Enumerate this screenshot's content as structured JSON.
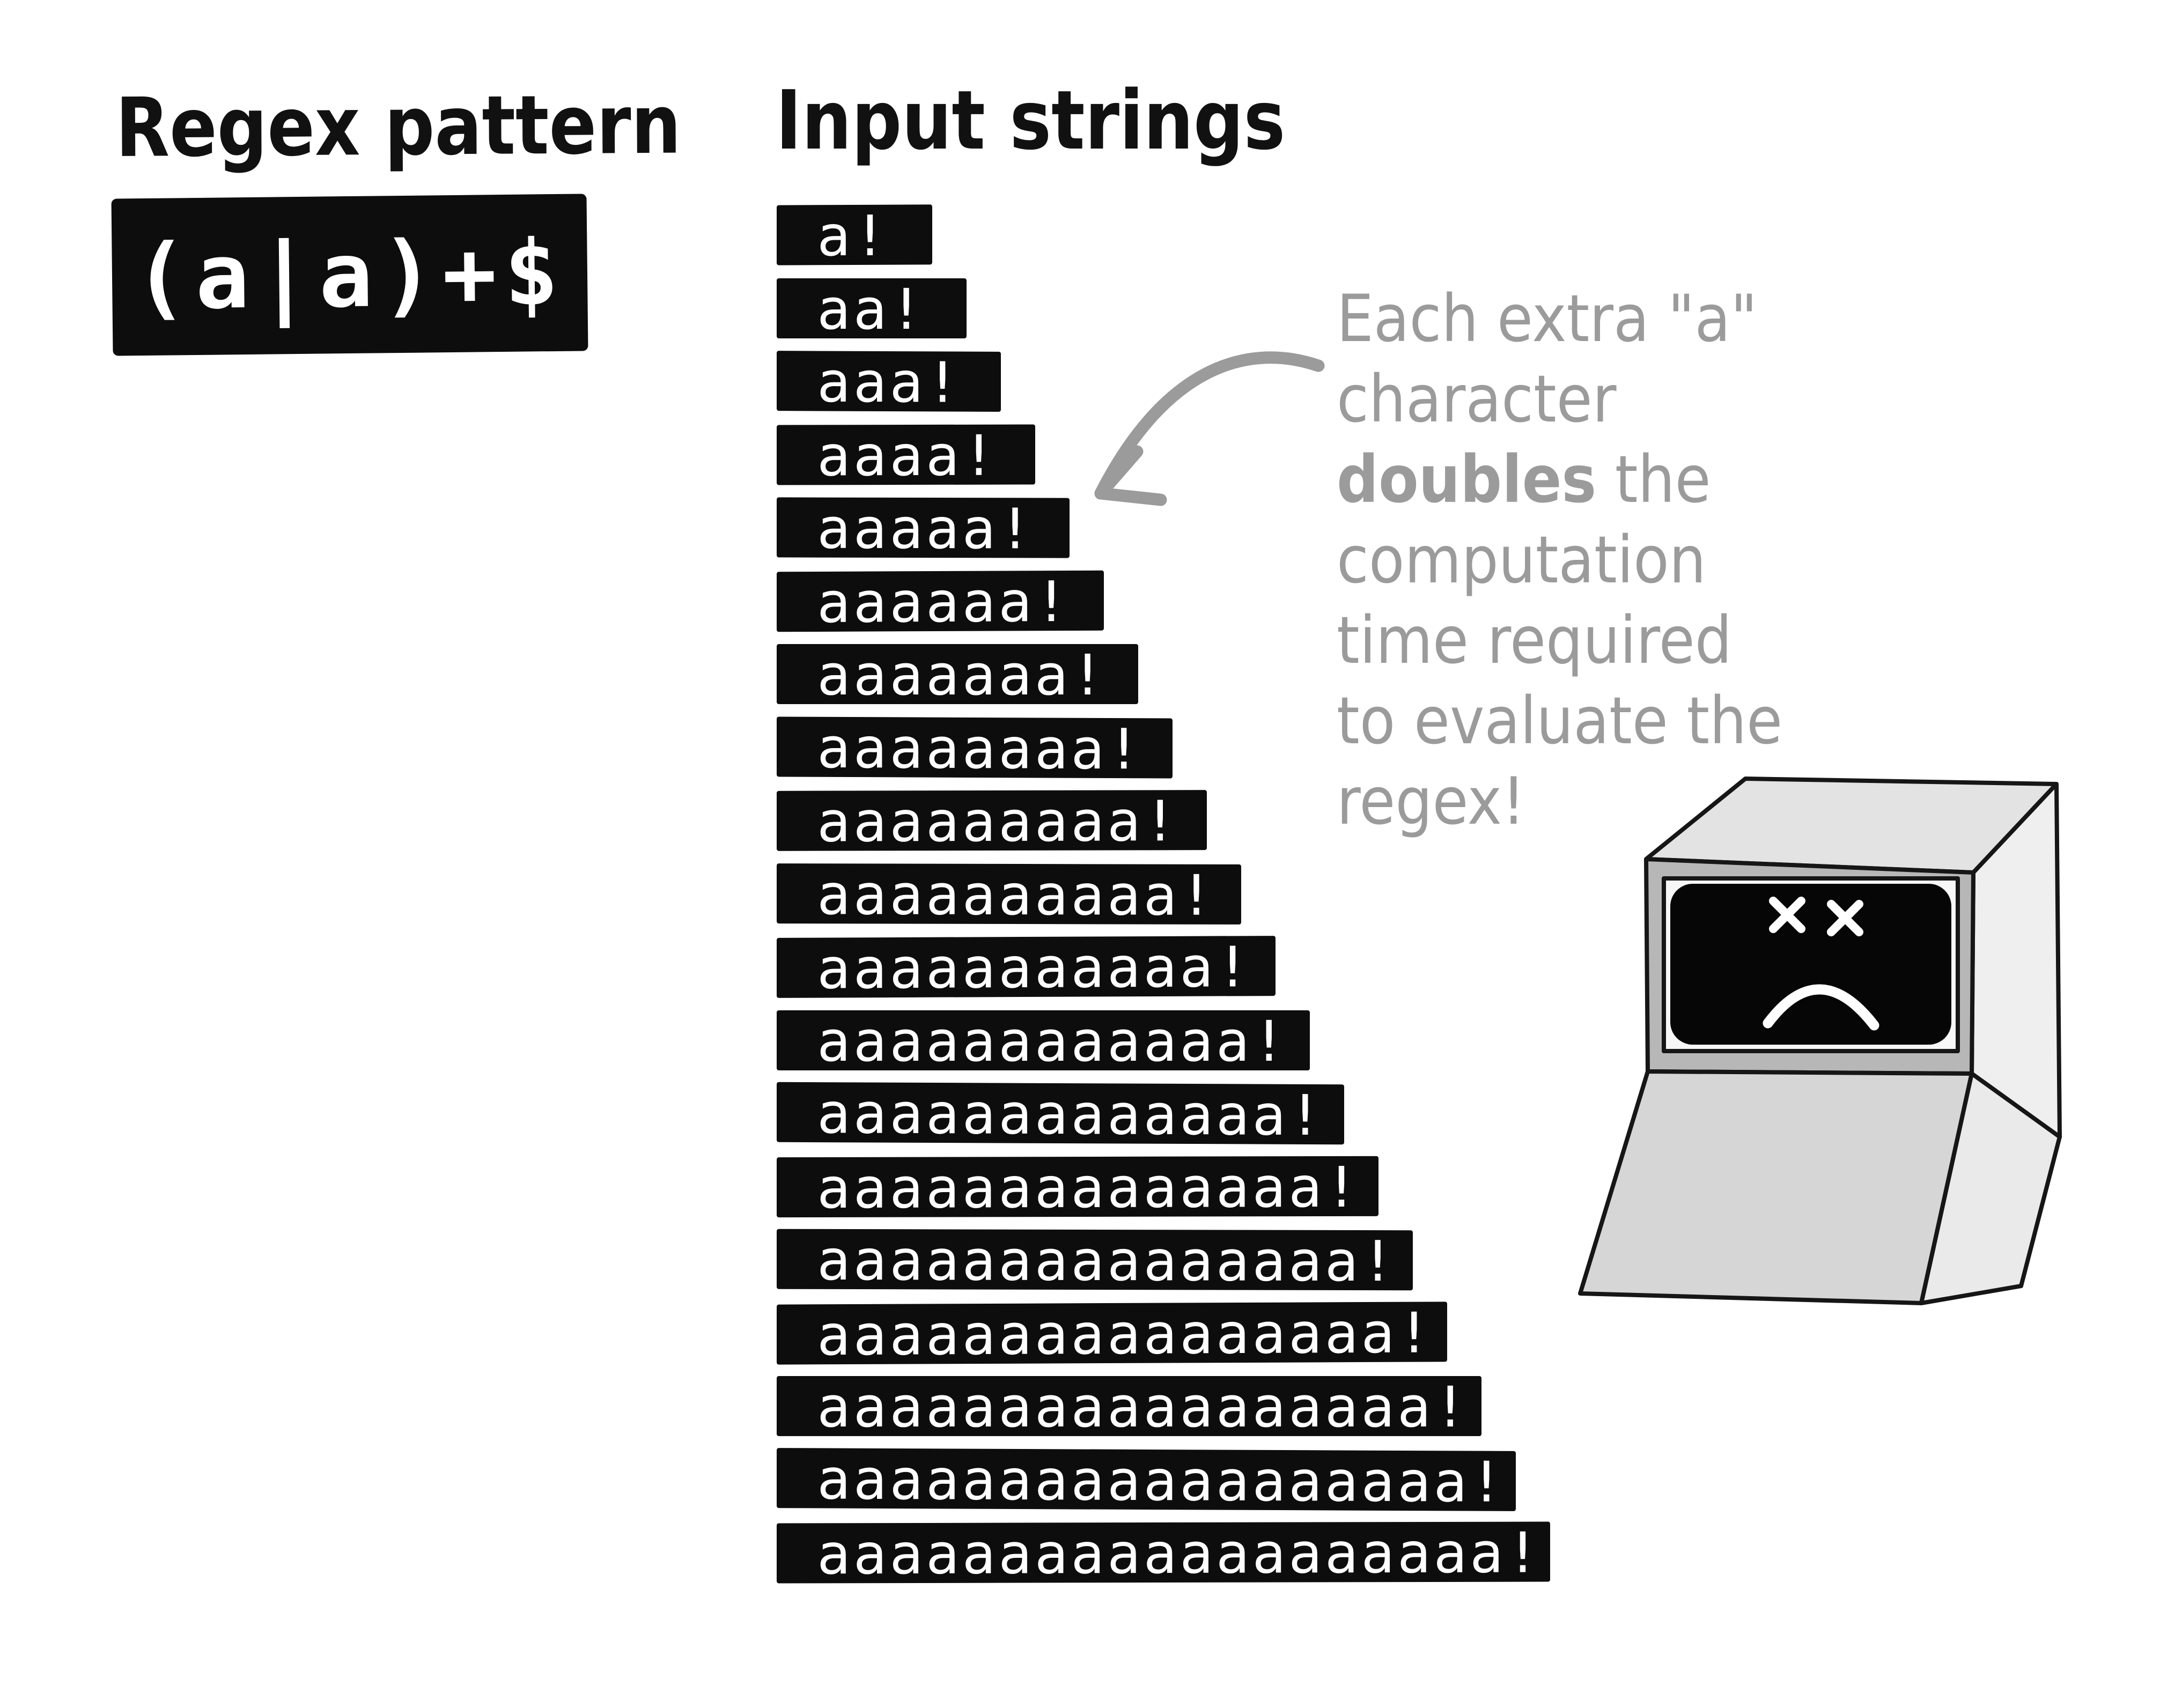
{
  "page": {
    "background_color": "#ffffff",
    "ink_color": "#0d0d0d",
    "annotation_color": "#9b9b9b"
  },
  "regex_section": {
    "heading": "Regex pattern",
    "pattern": "(a|a)+$",
    "pattern_text_color": "#ffffff",
    "pattern_box_color": "#0d0d0d"
  },
  "input_section": {
    "heading": "Input strings",
    "strings": [
      "a!",
      "aa!",
      "aaa!",
      "aaaa!",
      "aaaaa!",
      "aaaaaa!",
      "aaaaaaa!",
      "aaaaaaaa!",
      "aaaaaaaaa!",
      "aaaaaaaaaa!",
      "aaaaaaaaaaa!",
      "aaaaaaaaaaaa!",
      "aaaaaaaaaaaaa!",
      "aaaaaaaaaaaaaa!",
      "aaaaaaaaaaaaaaa!",
      "aaaaaaaaaaaaaaaa!",
      "aaaaaaaaaaaaaaaaa!",
      "aaaaaaaaaaaaaaaaaa!",
      "aaaaaaaaaaaaaaaaaaa!"
    ]
  },
  "annotation": {
    "line1": "Each extra \"a\"",
    "line2": "character",
    "line3_bold": "doubles",
    "line3_rest": " the",
    "line4": "computation",
    "line5": "time required",
    "line6": "to evaluate the",
    "line7": "regex!"
  },
  "illustration": {
    "computer": {
      "expression": "sad",
      "eyes": "x x",
      "screen_color": "#060606",
      "body_color": "#d6d6d6"
    },
    "arrow": {
      "style": "curved",
      "points_to": "aaaaa!",
      "color": "#9b9b9b"
    }
  }
}
